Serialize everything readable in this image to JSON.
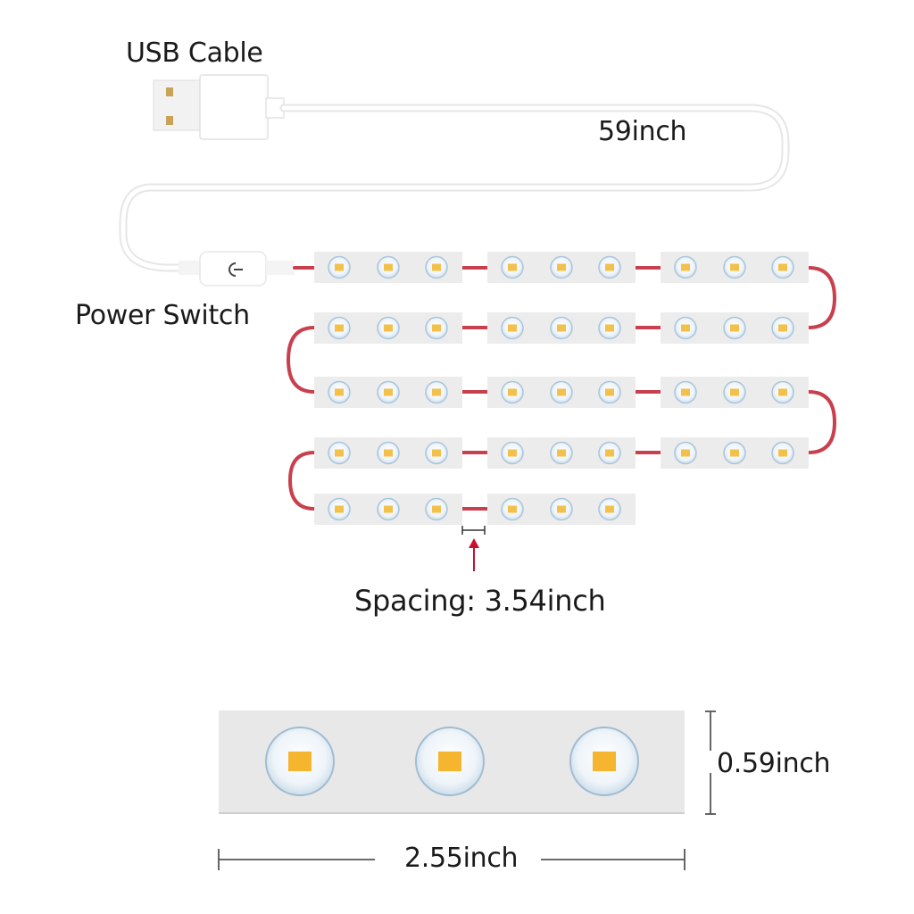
{
  "labels": {
    "usb_cable": "USB Cable",
    "cable_length": "59inch",
    "power_switch": "Power Switch",
    "spacing": "Spacing: 3.54inch",
    "module_height": "0.59inch",
    "module_width": "2.55inch"
  },
  "colors": {
    "module_fill": "#ececec",
    "wire_red": "#c8404e",
    "led_chip": "#f5b52e",
    "led_lens_ring": "#a9c6dc",
    "arrow_red": "#c8102e",
    "text": "#1a1a1a"
  },
  "strip": {
    "rows": 5,
    "modules_per_row": [
      3,
      3,
      3,
      3,
      2
    ],
    "leds_per_module": 3,
    "total_modules": 14
  }
}
